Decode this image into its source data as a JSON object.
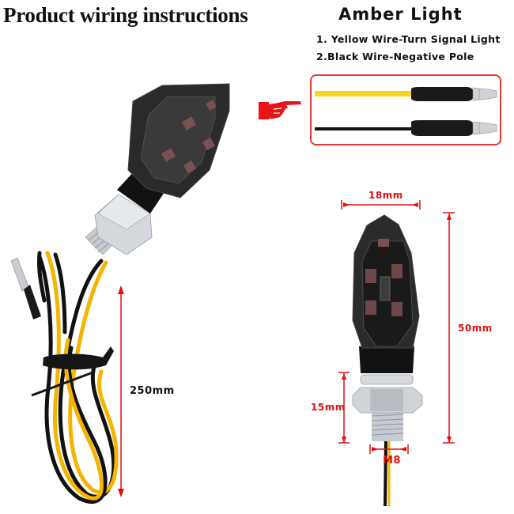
{
  "header": {
    "title": "Product wiring instructions",
    "subtitle": "Amber Light"
  },
  "legend": {
    "items": [
      {
        "label": "1. Yellow Wire-Turn Signal Light",
        "color": "#f4d21a"
      },
      {
        "label": "2.Black Wire-Negative Pole",
        "color": "#111111"
      }
    ]
  },
  "icons": {
    "pointer": "pointing-hand-icon"
  },
  "dimensions": {
    "width": "18mm",
    "height": "50mm",
    "thread_length": "15mm",
    "thread_size": "M8",
    "wire_length": "250mm"
  },
  "colors": {
    "dimension_red": "#e01010",
    "yellow_wire": "#f4b400",
    "black_wire": "#111111",
    "box_border": "#e23a3a"
  }
}
